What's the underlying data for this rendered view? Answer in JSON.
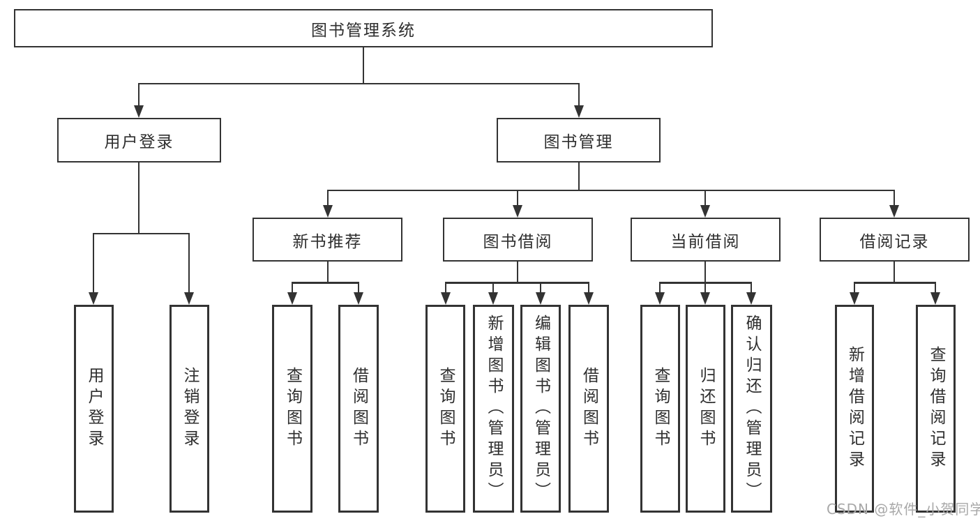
{
  "colors": {
    "line": "#333333",
    "box_border": "#333333",
    "text": "#2e2e2e",
    "watermark": "#a8a8a8",
    "background": "#ffffff"
  },
  "nodes": {
    "root": "图书管理系统",
    "level2": [
      "用户登录",
      "图书管理"
    ],
    "level3": [
      "新书推荐",
      "图书借阅",
      "当前借阅",
      "借阅记录"
    ],
    "leaves": {
      "login": [
        "用户登录",
        "注销登录"
      ],
      "recommend": [
        "查询图书",
        "借阅图书"
      ],
      "borrow": [
        "查询图书",
        "新增图书（管理员）",
        "编辑图书（管理员）",
        "借阅图书"
      ],
      "current": [
        "查询图书",
        "归还图书",
        "确认归还（管理员）"
      ],
      "records": [
        "新增借阅记录",
        "查询借阅记录"
      ]
    }
  },
  "watermark": "CSDN @软件_小贺同学"
}
